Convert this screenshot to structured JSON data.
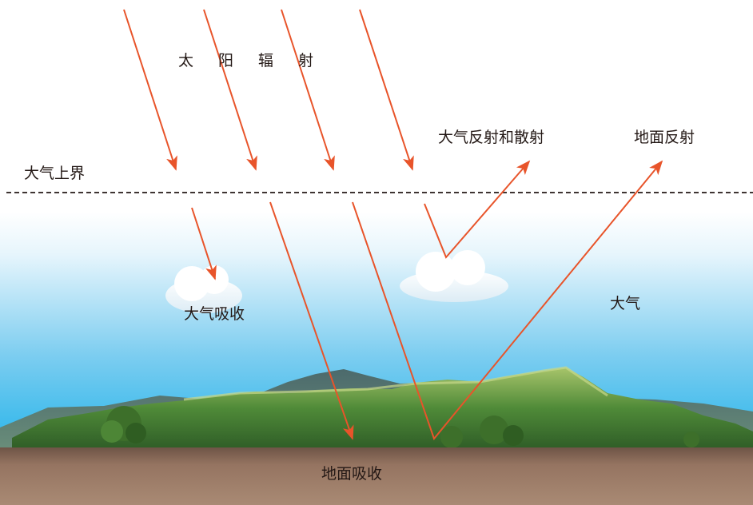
{
  "labels": {
    "solar_radiation": "太阳辐射",
    "atmosphere_top": "大气上界",
    "atmosphere_reflection_scattering": "大气反射和散射",
    "ground_reflection": "地面反射",
    "atmosphere_absorption": "大气吸收",
    "atmosphere": "大气",
    "ground_absorption": "地面吸收"
  },
  "colors": {
    "arrow": "#e8542a",
    "sky_top": "#ffffff",
    "sky_bottom": "#27b4ea",
    "ground": "#8f6e5a",
    "dashed_line": "#231815"
  }
}
